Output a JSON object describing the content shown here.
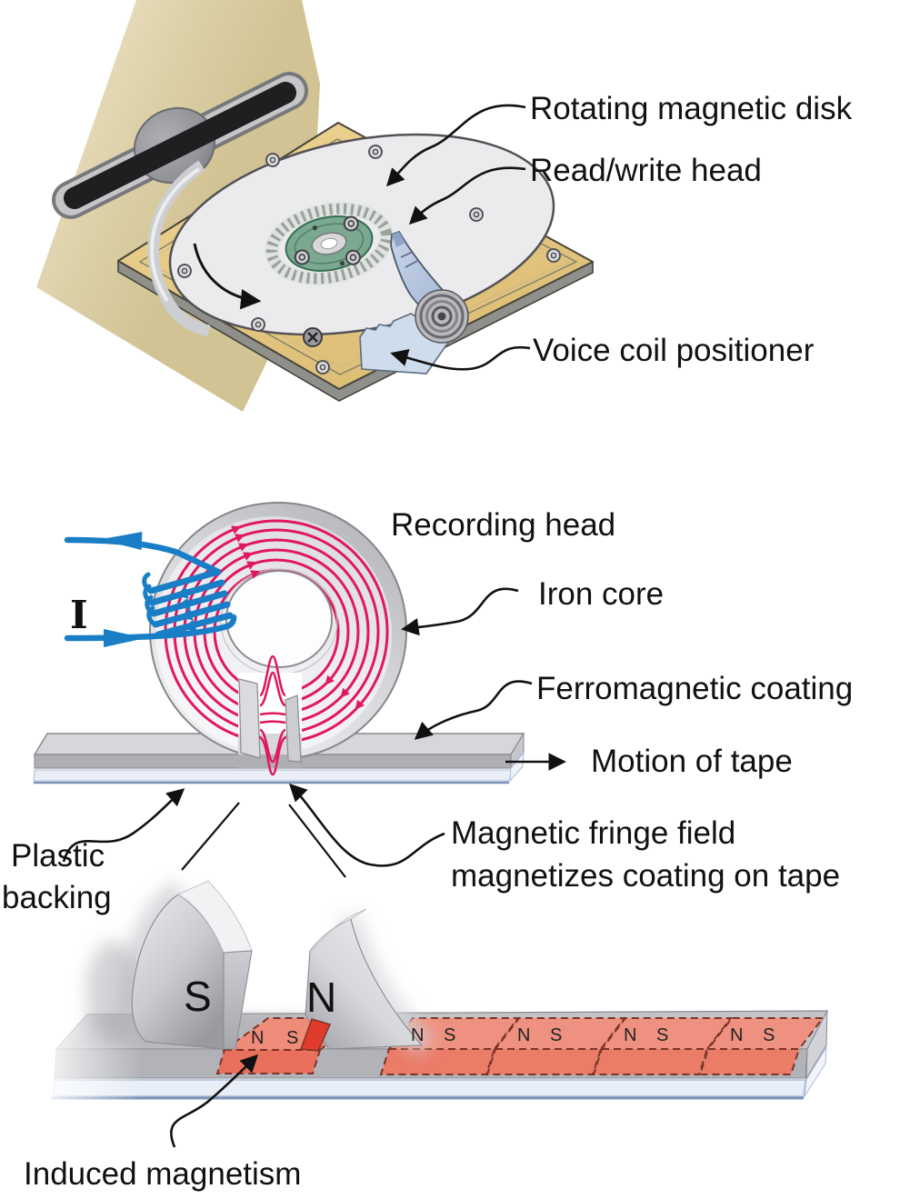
{
  "top_labels": {
    "disk": "Rotating magnetic disk",
    "head": "Read/write head",
    "voice": "Voice coil positioner"
  },
  "middle": {
    "recording": "Recording head",
    "iron": "Iron core",
    "coating": "Ferromagnetic coating",
    "motion": "Motion of tape",
    "backing_line1": "Plastic",
    "backing_line2": "backing",
    "fringe_line1": "Magnetic fringe field",
    "fringe_line2": "magnetizes coating on tape",
    "current": "I"
  },
  "bottom": {
    "pole_s": "S",
    "pole_n": "N",
    "induced": "Induced magnetism",
    "cells": [
      {
        "n": "N",
        "s": "S"
      },
      {
        "n": "N",
        "s": "S"
      },
      {
        "n": "N",
        "s": "S"
      },
      {
        "n": "N",
        "s": "S"
      },
      {
        "n": "N",
        "s": "S"
      }
    ]
  },
  "colors": {
    "crimson_field": "#e1175f",
    "wire_blue": "#1a7ec6",
    "case_gold": "#e5c687",
    "spindle_green": "#7aa890",
    "magnet_salmon": "#ef9180",
    "tape_gray": "#c3c4c8",
    "backing_blue": "#e8edf6",
    "panel_tan": "#dbcfa6"
  }
}
